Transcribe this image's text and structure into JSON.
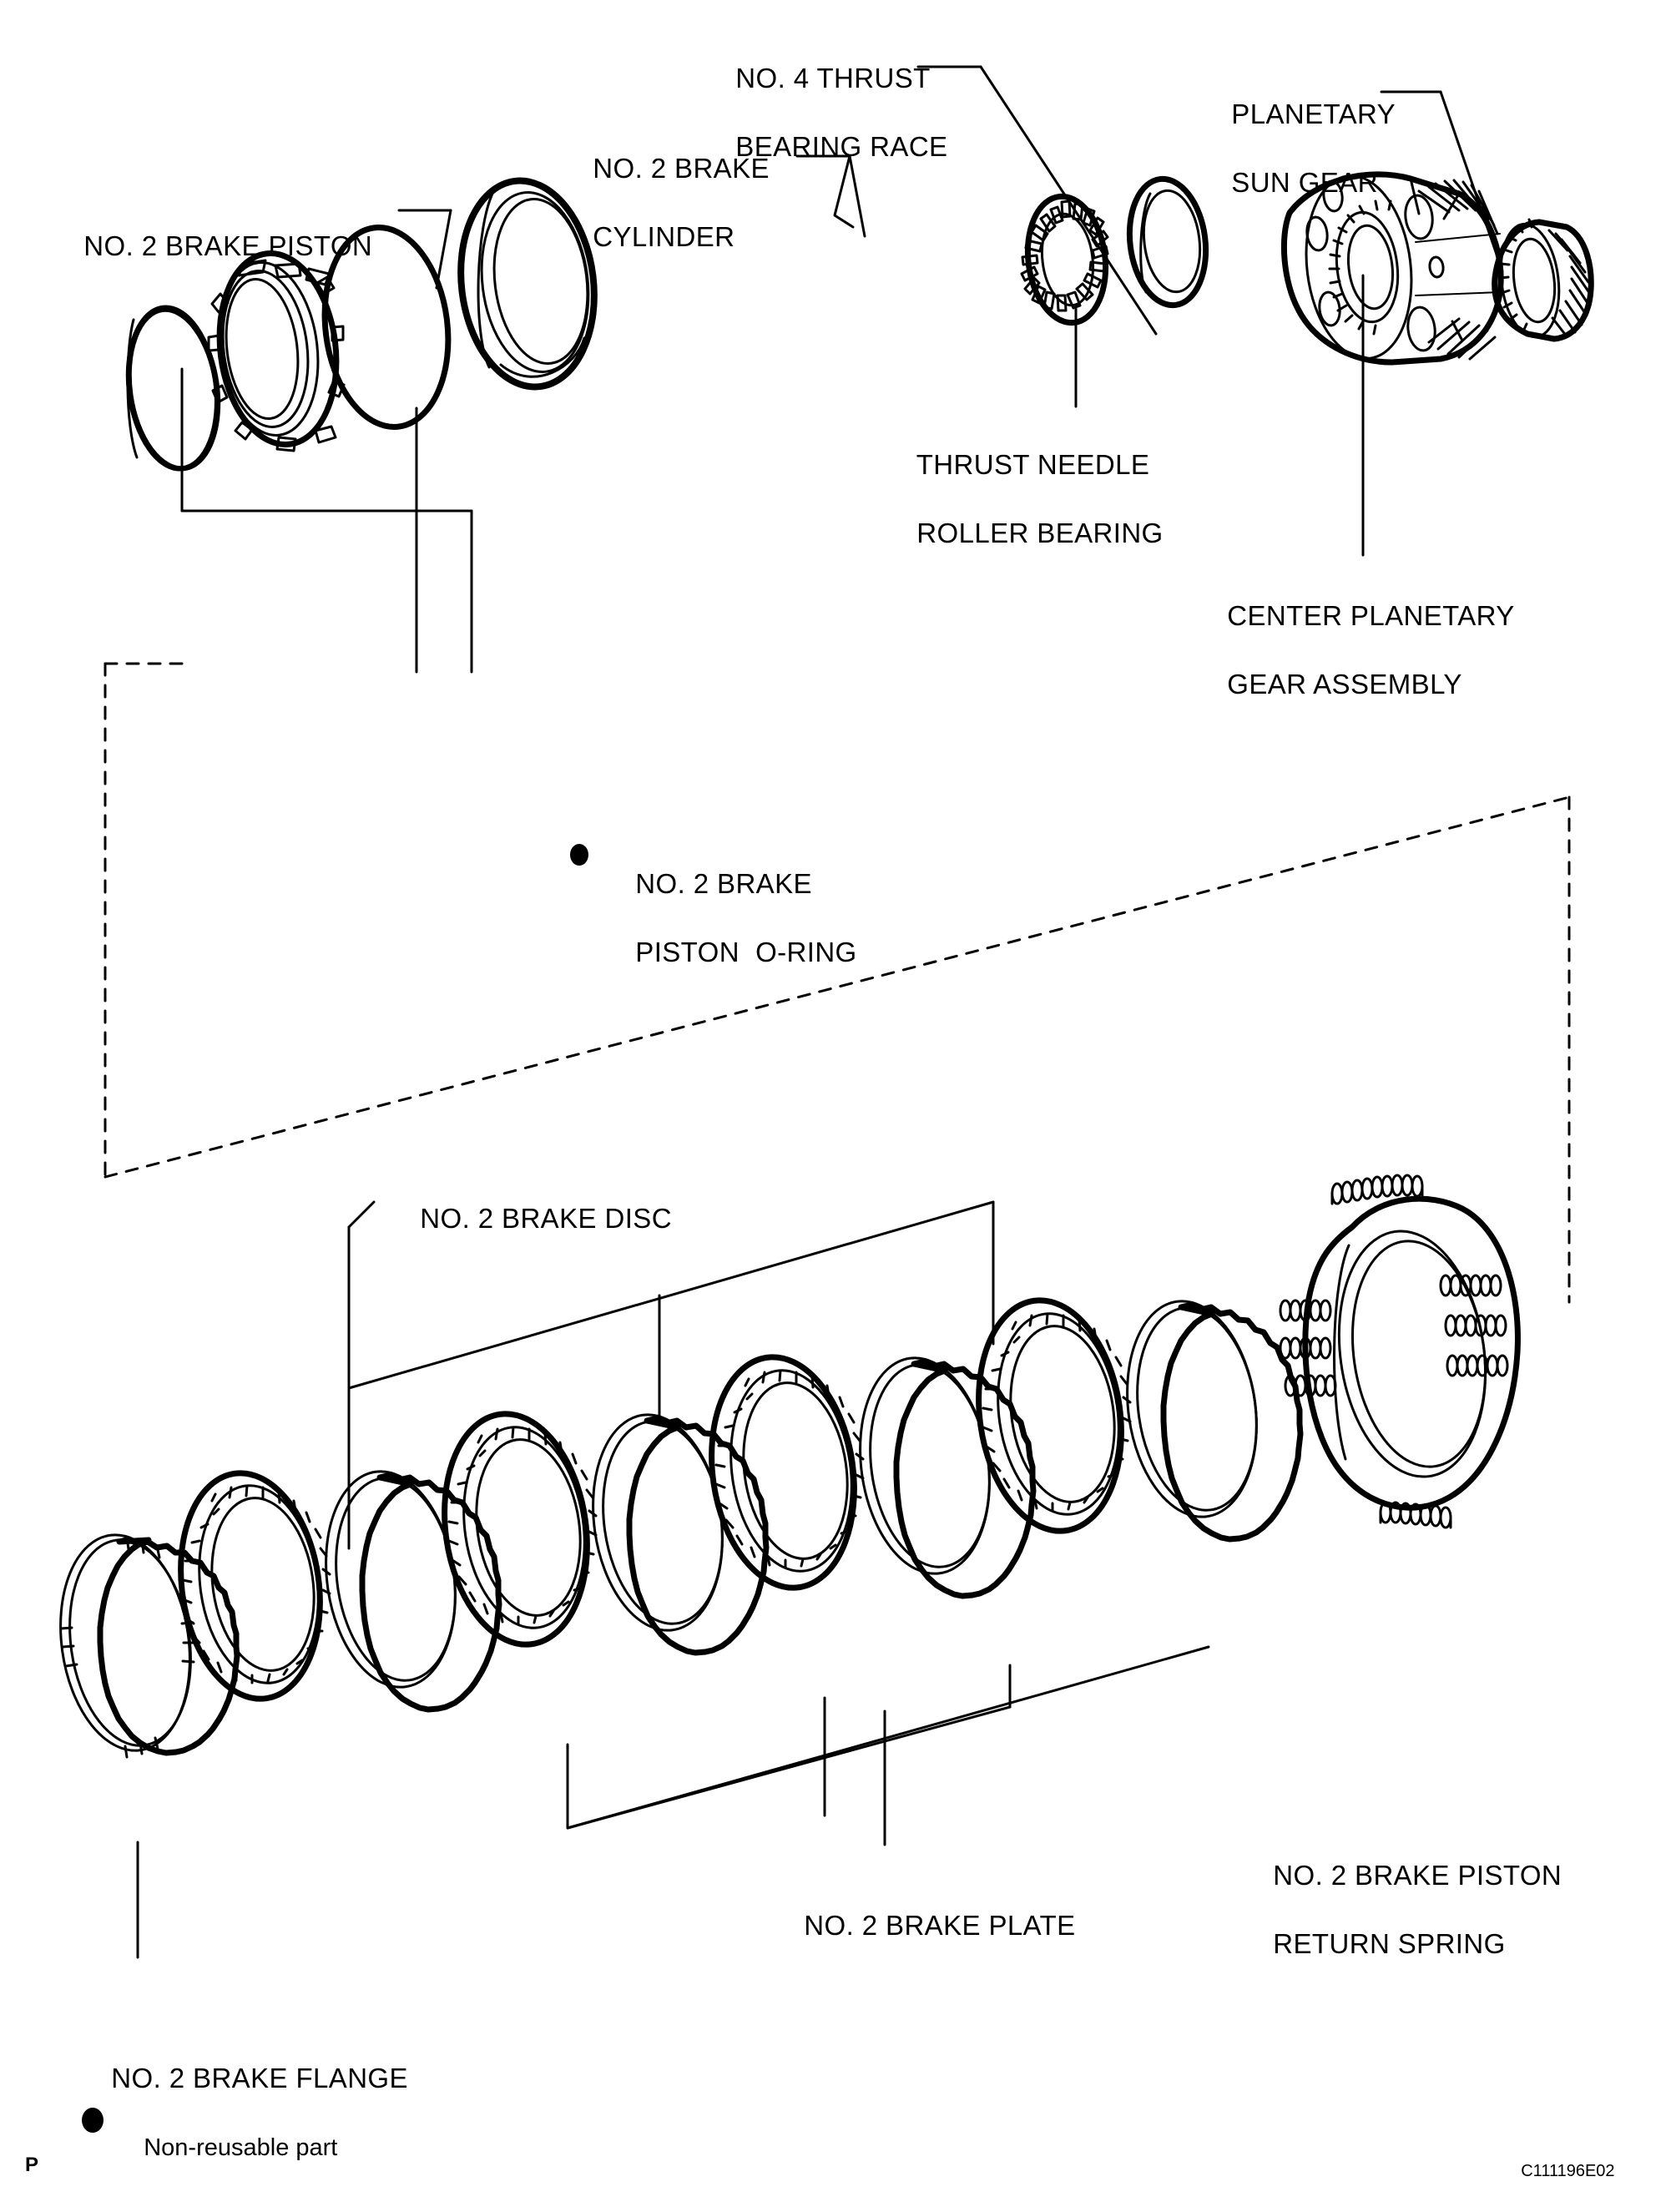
{
  "document": {
    "type": "exploded-parts-diagram",
    "subject": "No. 2 Brake assembly — automatic transmission",
    "reference_code": "C111196E02",
    "page_mark": "P"
  },
  "labels": {
    "no4_thrust_bearing_race": {
      "line1": "NO. 4 THRUST",
      "line2": "BEARING RACE"
    },
    "planetary_sun_gear": {
      "line1": "PLANETARY",
      "line2": "SUN GEAR"
    },
    "no2_brake_cylinder": {
      "line1": "NO. 2 BRAKE",
      "line2": "CYLINDER"
    },
    "no2_brake_piston": {
      "line1": "NO. 2 BRAKE PISTON"
    },
    "center_planetary_gear_assembly": {
      "line1": "CENTER PLANETARY",
      "line2": "GEAR ASSEMBLY"
    },
    "thrust_needle_roller_bearing": {
      "line1": "THRUST NEEDLE",
      "line2": "ROLLER BEARING"
    },
    "no2_brake_piston_oring": {
      "line1": "NO. 2 BRAKE",
      "line2": "PISTON  O-RING"
    },
    "no2_brake_disc": {
      "line1": "NO. 2 BRAKE DISC"
    },
    "no2_brake_plate": {
      "line1": "NO. 2 BRAKE PLATE"
    },
    "no2_brake_flange": {
      "line1": "NO. 2 BRAKE FLANGE"
    },
    "no2_brake_piston_return_spring": {
      "line1": "NO. 2 BRAKE PISTON",
      "line2": "RETURN SPRING"
    }
  },
  "legend": {
    "non_reusable_text": "Non-reusable part",
    "marker": "filled-circle"
  },
  "parts_list": [
    {
      "id": "no2-brake-piston-oring-left",
      "name": "NO. 2 BRAKE PISTON O-RING",
      "non_reusable": true
    },
    {
      "id": "no2-brake-piston",
      "name": "NO. 2 BRAKE PISTON",
      "non_reusable": false
    },
    {
      "id": "no2-brake-piston-oring-right",
      "name": "NO. 2 BRAKE PISTON O-RING",
      "non_reusable": true
    },
    {
      "id": "no2-brake-cylinder",
      "name": "NO. 2 BRAKE CYLINDER",
      "non_reusable": false
    },
    {
      "id": "thrust-needle-roller-bearing",
      "name": "THRUST NEEDLE ROLLER BEARING",
      "non_reusable": false
    },
    {
      "id": "no4-thrust-bearing-race",
      "name": "NO. 4 THRUST BEARING RACE",
      "non_reusable": false
    },
    {
      "id": "center-planetary-gear-assembly",
      "name": "CENTER PLANETARY GEAR ASSEMBLY",
      "non_reusable": false
    },
    {
      "id": "planetary-sun-gear",
      "name": "PLANETARY SUN GEAR",
      "non_reusable": false
    },
    {
      "id": "no2-brake-flange",
      "name": "NO. 2 BRAKE FLANGE",
      "non_reusable": false
    },
    {
      "id": "no2-brake-disc",
      "name": "NO. 2 BRAKE DISC",
      "non_reusable": false
    },
    {
      "id": "no2-brake-plate",
      "name": "NO. 2 BRAKE PLATE",
      "non_reusable": false
    },
    {
      "id": "no2-brake-piston-return-spring",
      "name": "NO. 2 BRAKE PISTON RETURN SPRING",
      "non_reusable": false
    }
  ],
  "colors": {
    "ink": "#000000",
    "paper": "#ffffff"
  }
}
